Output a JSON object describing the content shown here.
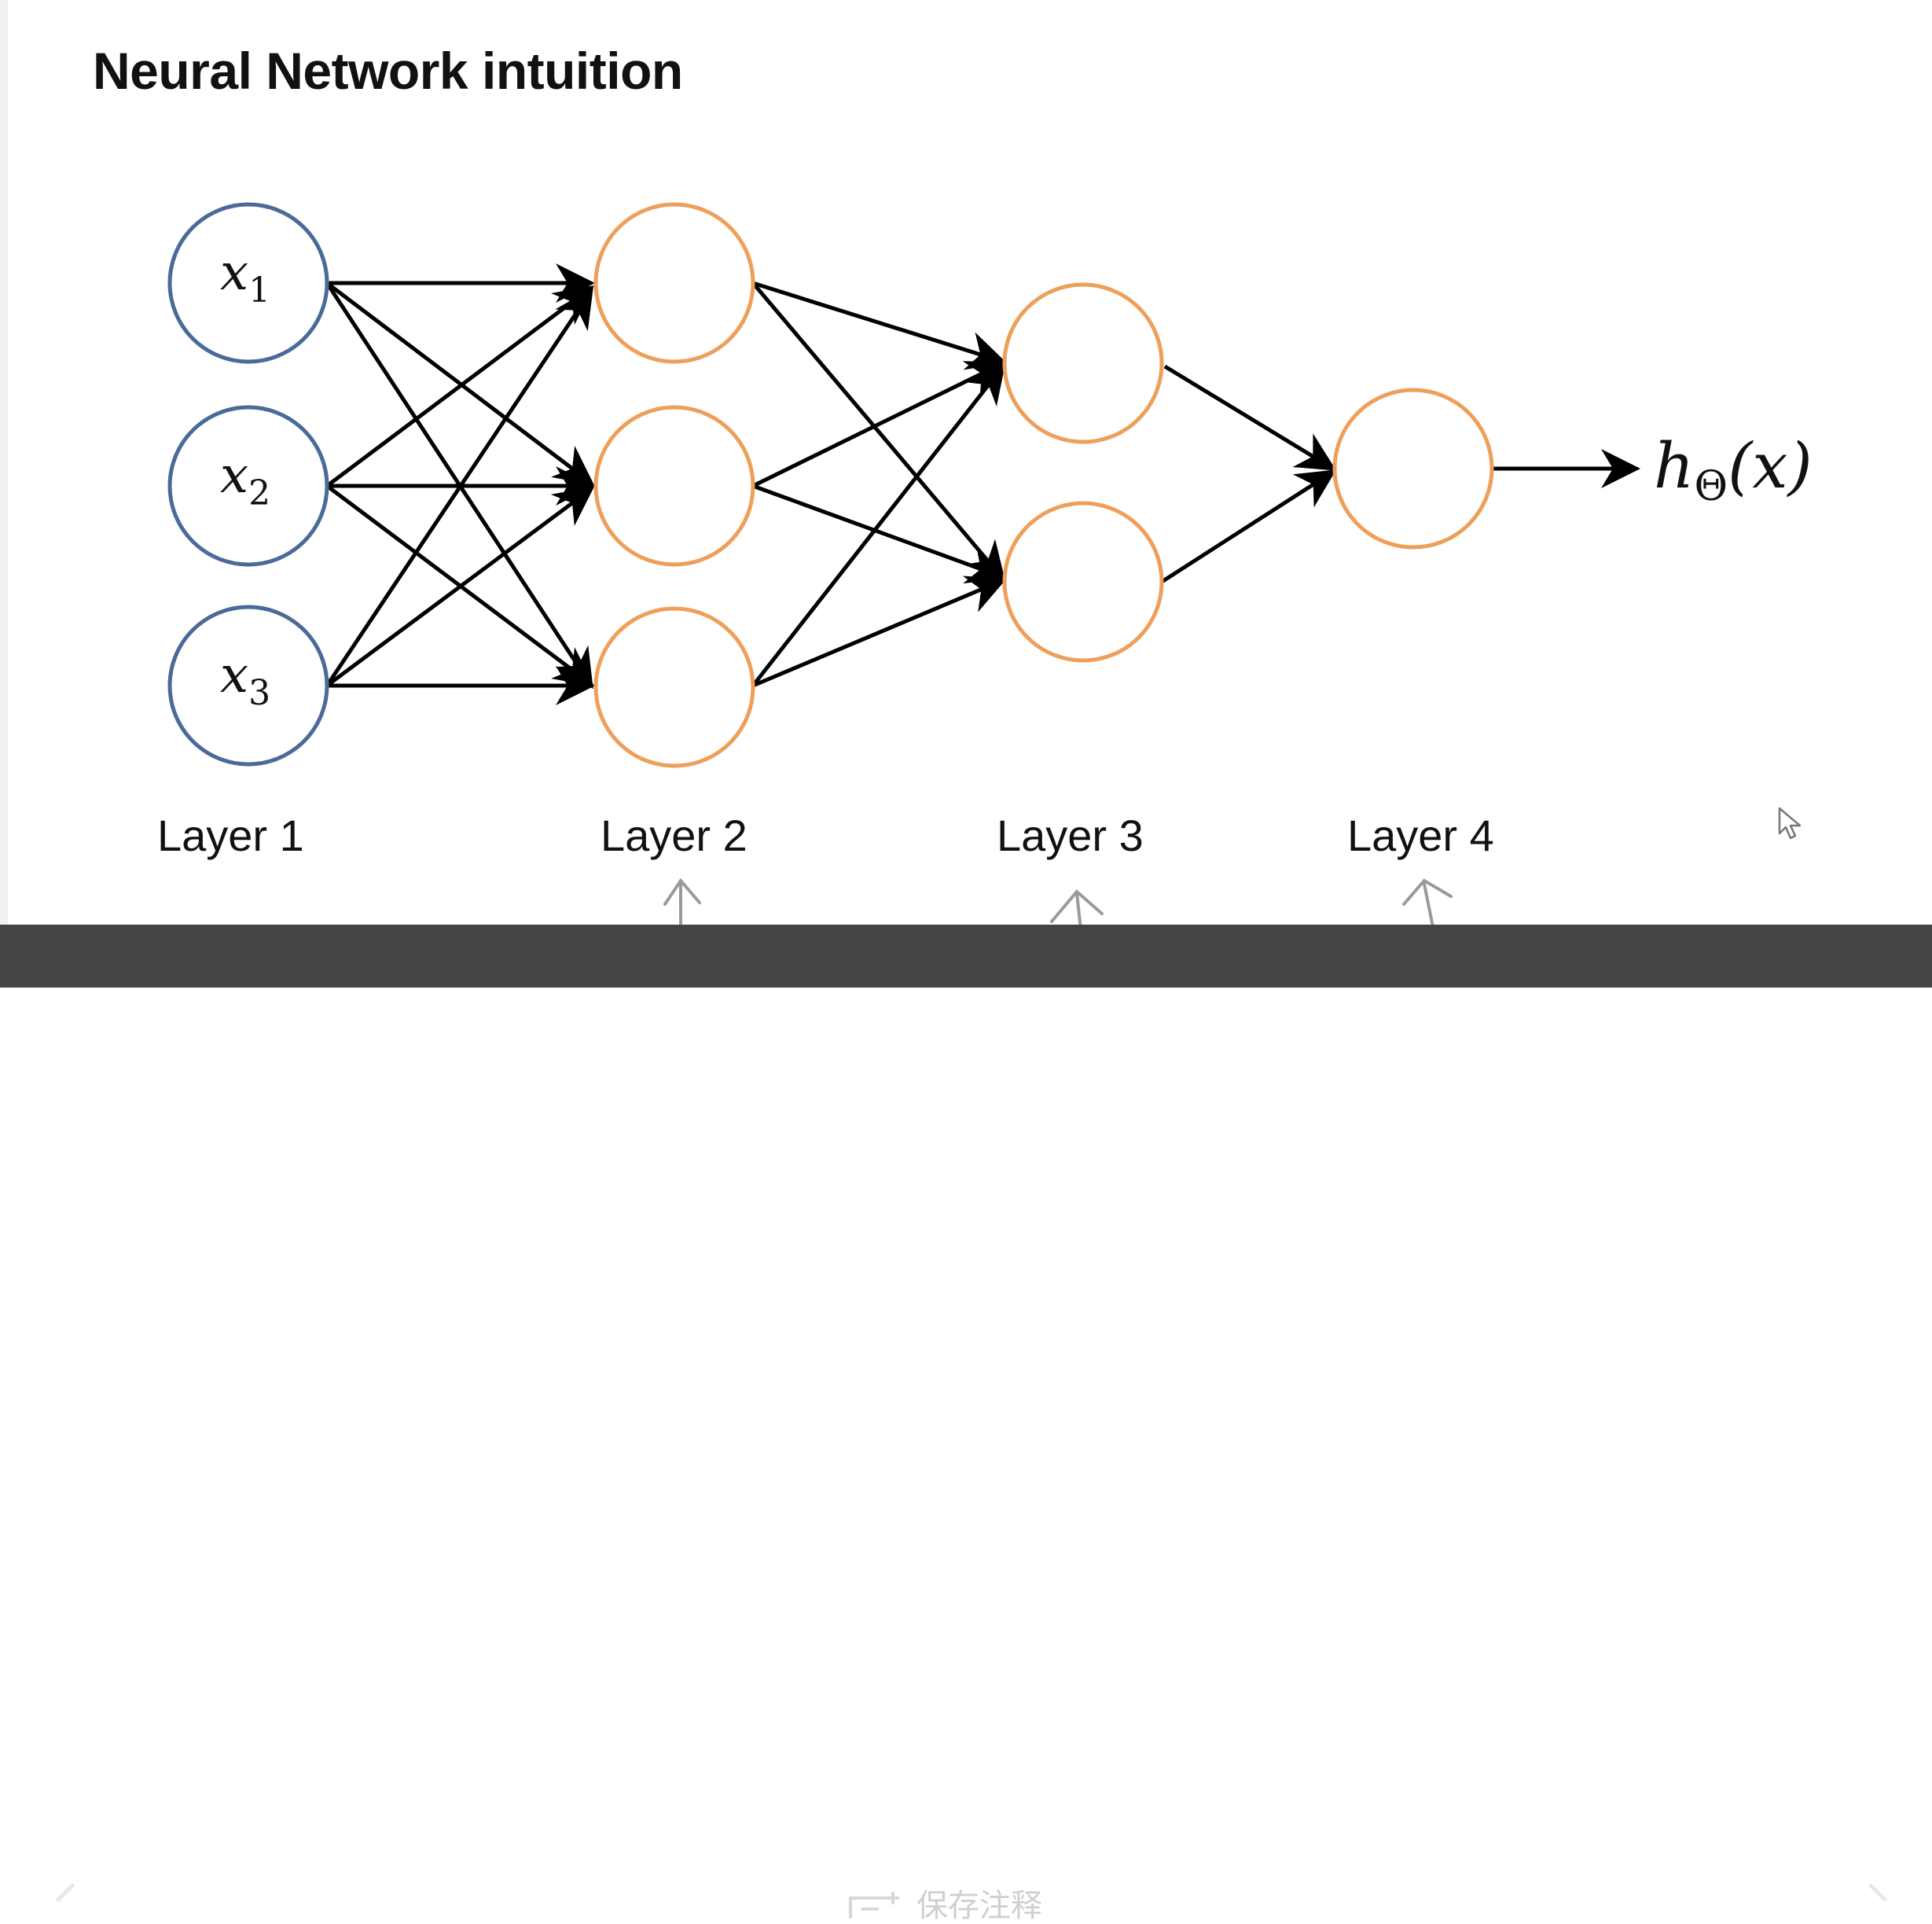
{
  "slide": {
    "title": "Neural Network intuition"
  },
  "diagram": {
    "input_nodes": [
      {
        "var": "x",
        "sub": "1"
      },
      {
        "var": "x",
        "sub": "2"
      },
      {
        "var": "x",
        "sub": "3"
      }
    ],
    "output": {
      "h": "h",
      "sub": "Θ",
      "rest": "(x)"
    },
    "layers": [
      "Layer 1",
      "Layer 2",
      "Layer 3",
      "Layer 4"
    ],
    "colors": {
      "input_node": "#4a6a99",
      "hidden_node": "#ee9f5a",
      "edge": "#000000"
    }
  },
  "toolbar": {
    "save_label": "保存注释",
    "prev_icon": "chevron-left-icon",
    "next_icon": "chevron-right-icon",
    "save_icon": "add-note-icon",
    "background": "#444444"
  }
}
